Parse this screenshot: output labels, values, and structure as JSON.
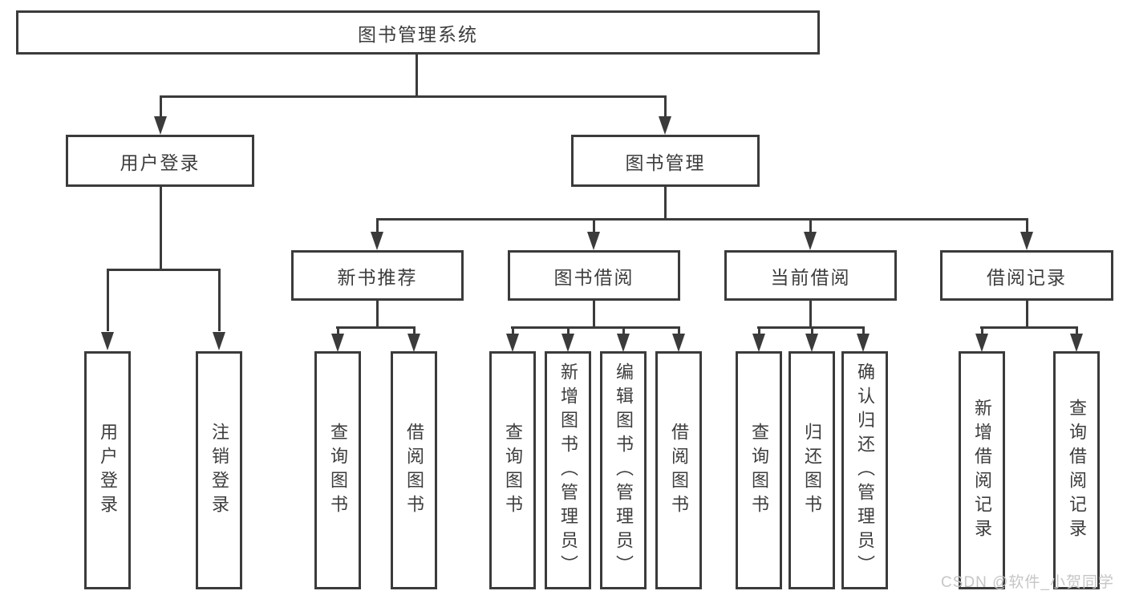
{
  "diagram_title": "图书管理系统",
  "nodes": {
    "root": {
      "label": "图书管理系统"
    },
    "user_login": {
      "label": "用户登录"
    },
    "book_mgmt": {
      "label": "图书管理"
    },
    "modules": [
      {
        "label": "新书推荐"
      },
      {
        "label": "图书借阅"
      },
      {
        "label": "当前借阅"
      },
      {
        "label": "借阅记录"
      }
    ]
  },
  "leaves": {
    "user_login": [
      "用户登录",
      "注销登录"
    ],
    "recommend": [
      "查询图书",
      "借阅图书"
    ],
    "borrow": [
      "查询图书",
      "新增图书（管理员）",
      "编辑图书（管理员）",
      "借阅图书"
    ],
    "current": [
      "查询图书",
      "归还图书",
      "确认归还（管理员）"
    ],
    "records": [
      "新增借阅记录",
      "查询借阅记录"
    ]
  },
  "colors": {
    "line": "#3b3b3b",
    "text": "#3d3d3d",
    "background": "#ffffff",
    "watermark": "#c6c6c6"
  },
  "watermark": {
    "text": "CSDN @软件_小贺同学"
  }
}
